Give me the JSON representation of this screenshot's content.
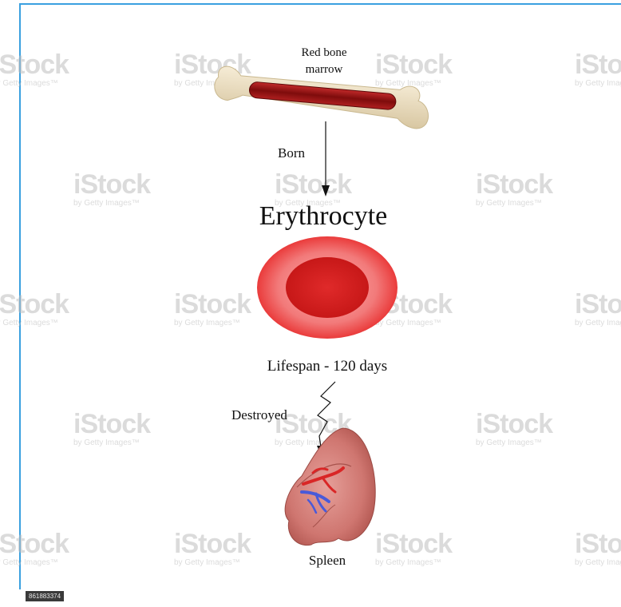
{
  "labels": {
    "source": "Red bone\nmarrow",
    "born": "Born",
    "title": "Erythrocyte",
    "lifespan": "Lifespan - 120 days",
    "destroyed": "Destroyed",
    "spleen": "Spleen"
  },
  "watermark": {
    "brand": "iStock",
    "byline": "by Getty Images™"
  },
  "image_id": "861883374",
  "colors": {
    "frame": "#3aa0e0",
    "cell_outer": "#f07070",
    "cell_inner": "#d81d1d",
    "marrow": "#9b1212",
    "bone": "#efe2c8"
  }
}
